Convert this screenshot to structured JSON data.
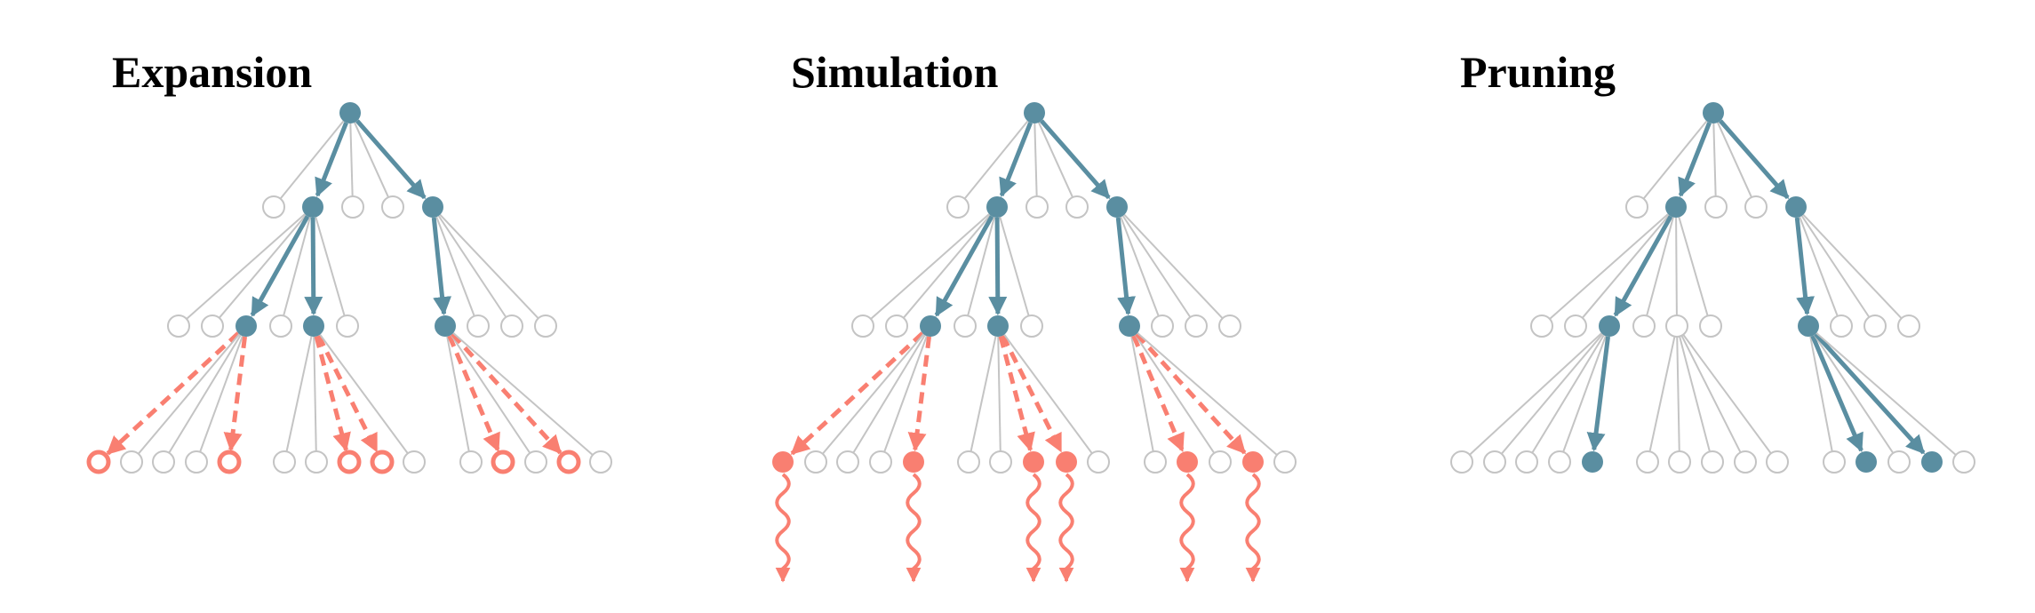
{
  "colors": {
    "selected": "#5a8ea1",
    "expanded": "#f97f71",
    "unvisited": "#c4c4c4",
    "background": "#ffffff"
  },
  "panels": [
    {
      "title": "Expansion",
      "tree": {
        "root": {
          "state": "selected"
        },
        "level1": [
          {
            "state": "unvisited"
          },
          {
            "state": "selected",
            "edge": "selected"
          },
          {
            "state": "unvisited"
          },
          {
            "state": "unvisited"
          },
          {
            "state": "selected",
            "edge": "selected"
          }
        ],
        "level2": [
          {
            "state": "unvisited"
          },
          {
            "state": "unvisited"
          },
          {
            "state": "selected",
            "edge": "selected"
          },
          {
            "state": "unvisited"
          },
          {
            "state": "selected",
            "edge": "selected"
          },
          {
            "state": "unvisited"
          },
          {
            "state": "selected",
            "edge": "selected"
          },
          {
            "state": "unvisited"
          },
          {
            "state": "unvisited"
          },
          {
            "state": "unvisited"
          }
        ],
        "level3": [
          {
            "state": "new",
            "edge": "new"
          },
          {
            "state": "unvisited"
          },
          {
            "state": "unvisited"
          },
          {
            "state": "unvisited"
          },
          {
            "state": "new",
            "edge": "new"
          },
          {
            "state": "unvisited"
          },
          {
            "state": "unvisited"
          },
          {
            "state": "new",
            "edge": "new"
          },
          {
            "state": "new",
            "edge": "new"
          },
          {
            "state": "unvisited"
          },
          {
            "state": "unvisited"
          },
          {
            "state": "new",
            "edge": "new"
          },
          {
            "state": "unvisited"
          },
          {
            "state": "new",
            "edge": "new"
          },
          {
            "state": "unvisited"
          }
        ],
        "rollouts": []
      }
    },
    {
      "title": "Simulation",
      "tree": {
        "root": {
          "state": "selected"
        },
        "level1": [
          {
            "state": "unvisited"
          },
          {
            "state": "selected",
            "edge": "selected"
          },
          {
            "state": "unvisited"
          },
          {
            "state": "unvisited"
          },
          {
            "state": "selected",
            "edge": "selected"
          }
        ],
        "level2": [
          {
            "state": "unvisited"
          },
          {
            "state": "unvisited"
          },
          {
            "state": "selected",
            "edge": "selected"
          },
          {
            "state": "unvisited"
          },
          {
            "state": "selected",
            "edge": "selected"
          },
          {
            "state": "unvisited"
          },
          {
            "state": "selected",
            "edge": "selected"
          },
          {
            "state": "unvisited"
          },
          {
            "state": "unvisited"
          },
          {
            "state": "unvisited"
          }
        ],
        "level3": [
          {
            "state": "simulated",
            "edge": "new"
          },
          {
            "state": "unvisited"
          },
          {
            "state": "unvisited"
          },
          {
            "state": "unvisited"
          },
          {
            "state": "simulated",
            "edge": "new"
          },
          {
            "state": "unvisited"
          },
          {
            "state": "unvisited"
          },
          {
            "state": "simulated",
            "edge": "new"
          },
          {
            "state": "simulated",
            "edge": "new"
          },
          {
            "state": "unvisited"
          },
          {
            "state": "unvisited"
          },
          {
            "state": "simulated",
            "edge": "new"
          },
          {
            "state": "unvisited"
          },
          {
            "state": "simulated",
            "edge": "new"
          },
          {
            "state": "unvisited"
          }
        ],
        "rollouts": [
          0,
          4,
          7,
          8,
          11,
          13
        ]
      }
    },
    {
      "title": "Pruning",
      "tree": {
        "root": {
          "state": "selected"
        },
        "level1": [
          {
            "state": "unvisited"
          },
          {
            "state": "selected",
            "edge": "selected"
          },
          {
            "state": "unvisited"
          },
          {
            "state": "unvisited"
          },
          {
            "state": "selected",
            "edge": "selected"
          }
        ],
        "level2": [
          {
            "state": "unvisited"
          },
          {
            "state": "unvisited"
          },
          {
            "state": "selected",
            "edge": "selected"
          },
          {
            "state": "unvisited"
          },
          {
            "state": "unvisited"
          },
          {
            "state": "unvisited"
          },
          {
            "state": "selected",
            "edge": "selected"
          },
          {
            "state": "unvisited"
          },
          {
            "state": "unvisited"
          },
          {
            "state": "unvisited"
          }
        ],
        "level3": [
          {
            "state": "unvisited"
          },
          {
            "state": "unvisited"
          },
          {
            "state": "unvisited"
          },
          {
            "state": "unvisited"
          },
          {
            "state": "kept",
            "edge": "selected"
          },
          {
            "state": "unvisited"
          },
          {
            "state": "unvisited"
          },
          {
            "state": "unvisited"
          },
          {
            "state": "unvisited"
          },
          {
            "state": "unvisited"
          },
          {
            "state": "unvisited"
          },
          {
            "state": "kept",
            "edge": "selected"
          },
          {
            "state": "unvisited"
          },
          {
            "state": "kept",
            "edge": "selected"
          },
          {
            "state": "unvisited"
          }
        ],
        "rollouts": []
      }
    }
  ]
}
